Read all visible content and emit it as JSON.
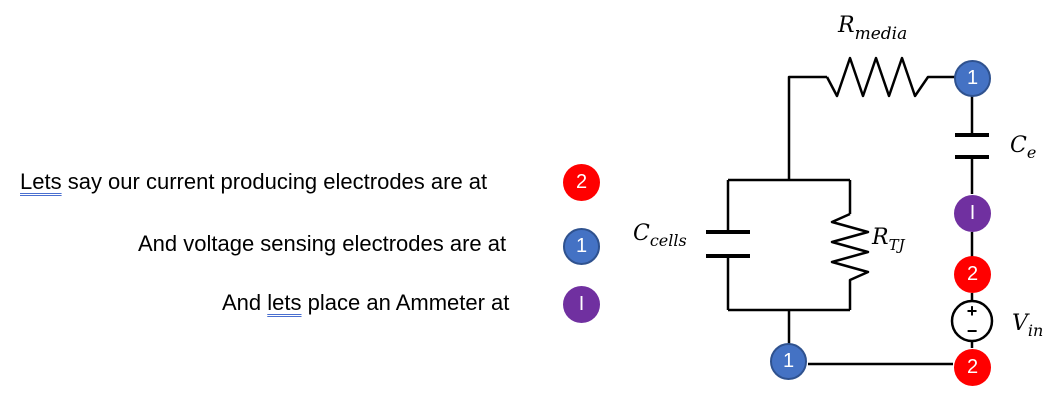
{
  "lines": [
    {
      "underlined": "Lets",
      "rest": " say our current producing electrodes are at"
    },
    {
      "underlined": "",
      "rest": "And voltage sensing electrodes are at"
    },
    {
      "pre": "And ",
      "underlined": "lets",
      "rest": " place an Ammeter at"
    }
  ],
  "markers": {
    "current": "2",
    "voltage": "1",
    "ammeter": "I"
  },
  "circuit": {
    "r_media": {
      "main": "R",
      "sub": "media"
    },
    "c_e": {
      "main": "C",
      "sub": "e"
    },
    "c_cells": {
      "main": "C",
      "sub": "cells"
    },
    "r_tj": {
      "main": "R",
      "sub": "TJ"
    },
    "v_in": {
      "main": "V",
      "sub": "in"
    },
    "source_plus": "+",
    "source_minus": "−"
  },
  "colors": {
    "red": "#ff0000",
    "blue": "#4472c4",
    "purple": "#7030a0"
  }
}
